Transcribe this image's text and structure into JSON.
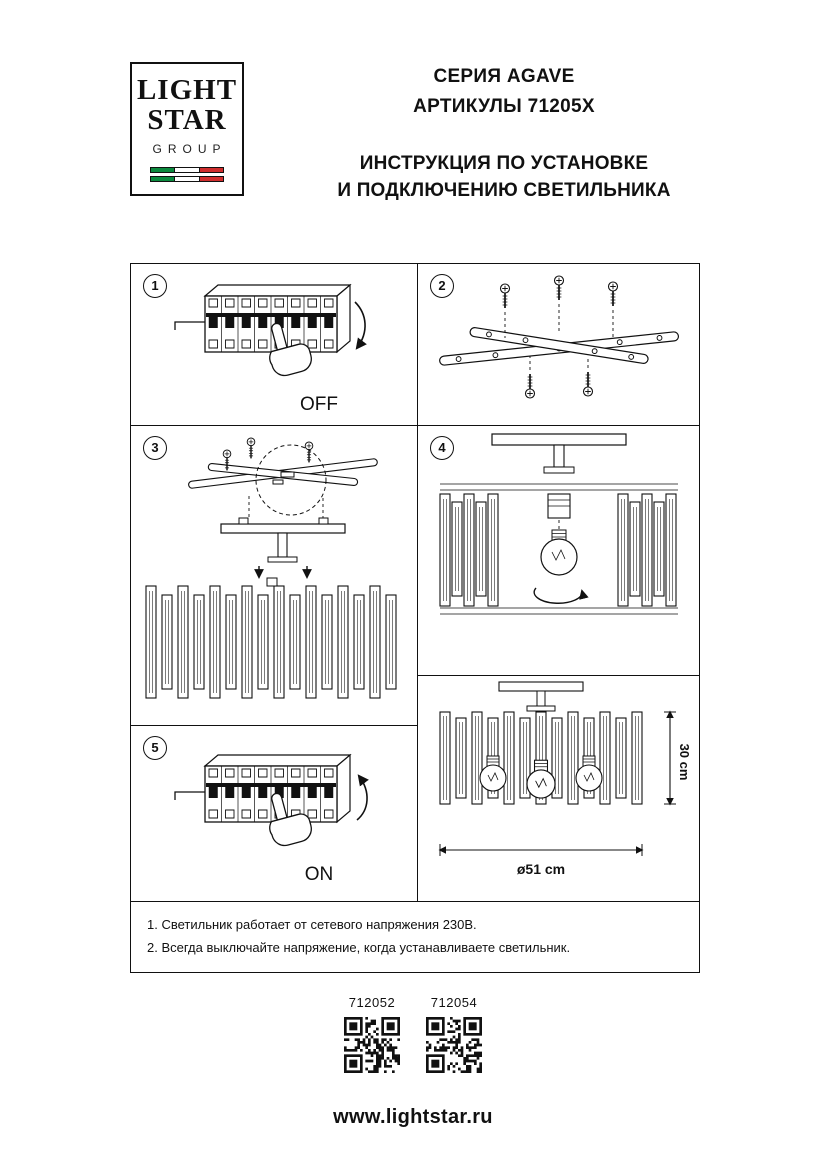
{
  "logo": {
    "line1": "LIGHT",
    "line2": "STAR",
    "line3": "GROUP"
  },
  "header": {
    "series": "СЕРИЯ AGAVE",
    "articles": "АРТИКУЛЫ 71205X",
    "title_line1": "ИНСТРУКЦИЯ ПО УСТАНОВКЕ",
    "title_line2": "И ПОДКЛЮЧЕНИЮ СВЕТИЛЬНИКА"
  },
  "steps": [
    {
      "number": "1",
      "switch_label": "OFF"
    },
    {
      "number": "2"
    },
    {
      "number": "3"
    },
    {
      "number": "4"
    },
    {
      "number": "5",
      "switch_label": "ON"
    },
    {
      "height": "30 cm",
      "diameter": "ø51 cm"
    }
  ],
  "notes": [
    "1. Светильник работает от сетевого напряжения 230В.",
    "2. Всегда выключайте напряжение, когда устанавливаете светильник."
  ],
  "qr_codes": [
    {
      "label": "712052"
    },
    {
      "label": "712054"
    }
  ],
  "footer": {
    "website": "www.lightstar.ru"
  }
}
